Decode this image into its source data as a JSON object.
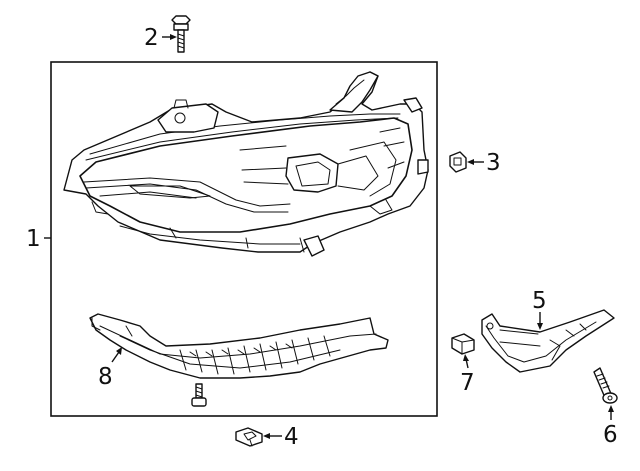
{
  "callouts": [
    {
      "id": "1",
      "label": "1"
    },
    {
      "id": "2",
      "label": "2"
    },
    {
      "id": "3",
      "label": "3"
    },
    {
      "id": "4",
      "label": "4"
    },
    {
      "id": "5",
      "label": "5"
    },
    {
      "id": "6",
      "label": "6"
    },
    {
      "id": "7",
      "label": "7"
    },
    {
      "id": "8",
      "label": "8"
    }
  ],
  "colors": {
    "line": "#111111",
    "background": "#ffffff"
  },
  "icons": [
    "bolt-icon",
    "clip-nut-icon",
    "push-clip-icon",
    "retainer-icon"
  ]
}
